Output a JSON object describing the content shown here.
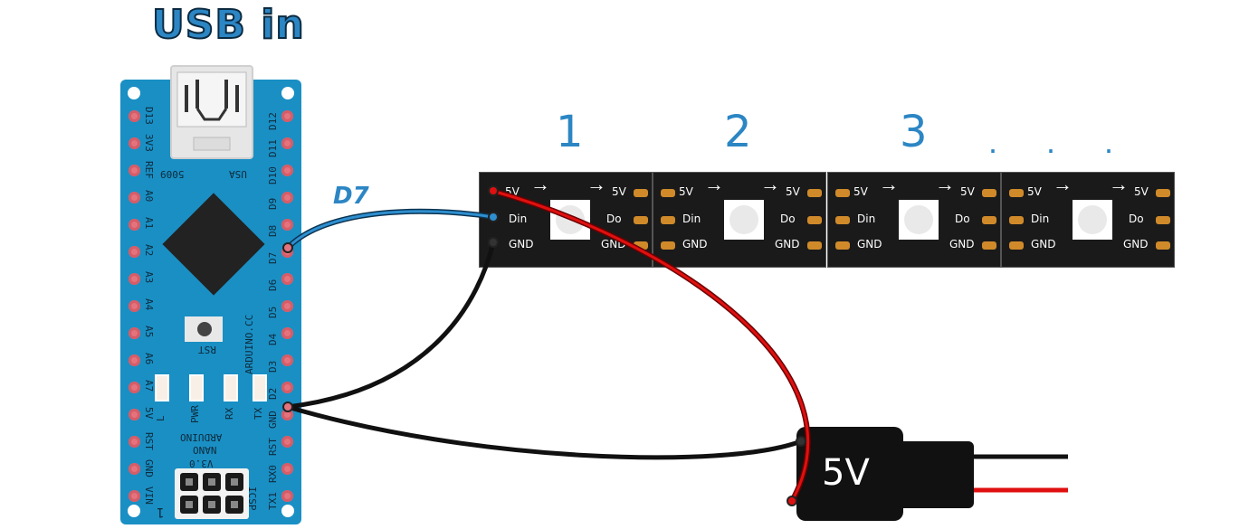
{
  "title": "USB in",
  "arduino": {
    "left_pins": [
      "D13",
      "3V3",
      "REF",
      "A0",
      "A1",
      "A2",
      "A3",
      "A4",
      "A5",
      "A6",
      "A7",
      "5V",
      "RST",
      "GND",
      "VIN"
    ],
    "right_pins": [
      "D12",
      "D11",
      "D10",
      "D9",
      "D8",
      "D7",
      "D6",
      "D5",
      "D4",
      "D3",
      "D2",
      "GND",
      "RST",
      "RX0",
      "TX1"
    ],
    "chip_labels": [
      "5009",
      "USA"
    ],
    "reset_label": "RST",
    "brand_text": "ARDUINO.CC",
    "leds": [
      "L",
      "PWR",
      "RX",
      "TX"
    ],
    "model_lines": [
      "ARDUINO",
      "NANO",
      "V3.0"
    ],
    "icsp_label": "ICSP",
    "icsp_one": "1"
  },
  "wire_label": "D7",
  "strip": {
    "led_numbers": [
      "1",
      "2",
      "3"
    ],
    "ellipsis": ". . .",
    "pad_labels": {
      "power": "5V",
      "data_in": "Din",
      "data_out": "Do",
      "ground": "GND"
    }
  },
  "power_plug_label": "5V",
  "colors": {
    "board": "#1a8fc4",
    "accent_text": "#2c86c4",
    "data_wire": "#2e8fd0",
    "power_wire": "#e01010",
    "ground_wire": "#111111",
    "pad": "#d08a2a"
  }
}
